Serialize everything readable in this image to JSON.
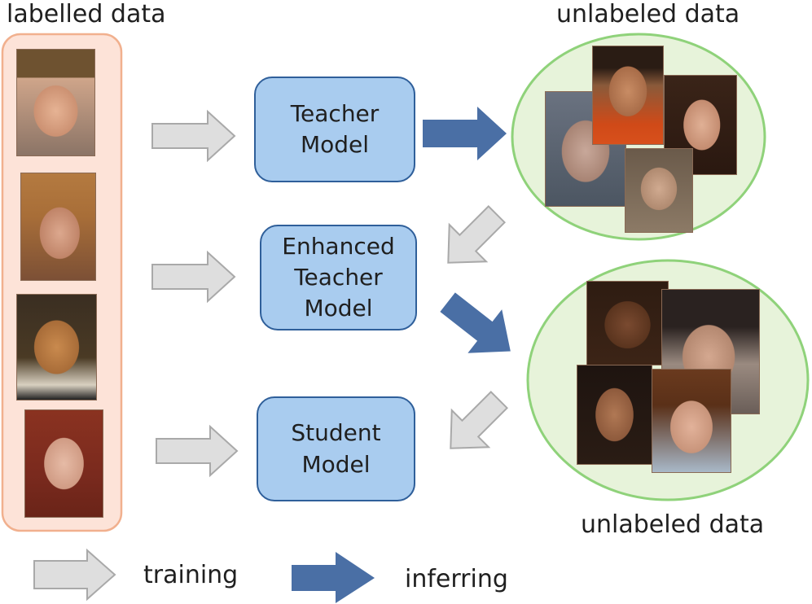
{
  "labels": {
    "labelled_data": "labelled data",
    "unlabeled_top": "unlabeled data",
    "unlabeled_bottom": "unlabeled data"
  },
  "models": {
    "teacher": [
      "Teacher",
      "Model"
    ],
    "enhanced_teacher": [
      "Enhanced",
      "Teacher",
      "Model"
    ],
    "student": [
      "Student",
      "Model"
    ]
  },
  "legend": {
    "training": "training",
    "inferring": "inferring"
  },
  "colors": {
    "labelled_panel_fill": "#fde3d8",
    "labelled_panel_border": "#f1b08e",
    "pool_fill": "#e7f3da",
    "pool_border": "#8fd27a",
    "model_fill": "#a9ccef",
    "model_border": "#2f5f9a",
    "training_arrow_fill": "#dedede",
    "training_arrow_stroke": "#a9a9a9",
    "inferring_arrow_fill": "#4a6fa5"
  }
}
